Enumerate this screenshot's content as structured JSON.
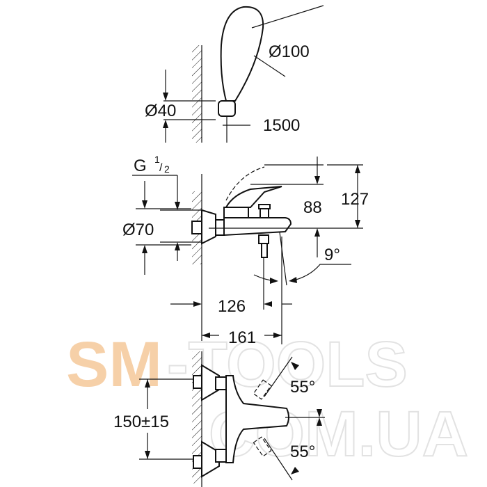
{
  "watermark": {
    "part1": "SM",
    "part2": "-TOOLS",
    "part3": "COM.UA",
    "accent_color": "#f5c89a"
  },
  "dimensions": {
    "shower_head_diameter": "Ø100",
    "holder_diameter": "Ø40",
    "hose_length": "1500",
    "thread": "G",
    "thread_fraction_num": "1",
    "thread_fraction_den": "2",
    "escutcheon_diameter": "Ø70",
    "lever_height": "88",
    "total_height": "127",
    "spout_angle": "9°",
    "diverter_projection": "126",
    "spout_projection": "161",
    "lever_angle_up": "55°",
    "lever_angle_down": "55°",
    "center_distance": "150±15"
  }
}
